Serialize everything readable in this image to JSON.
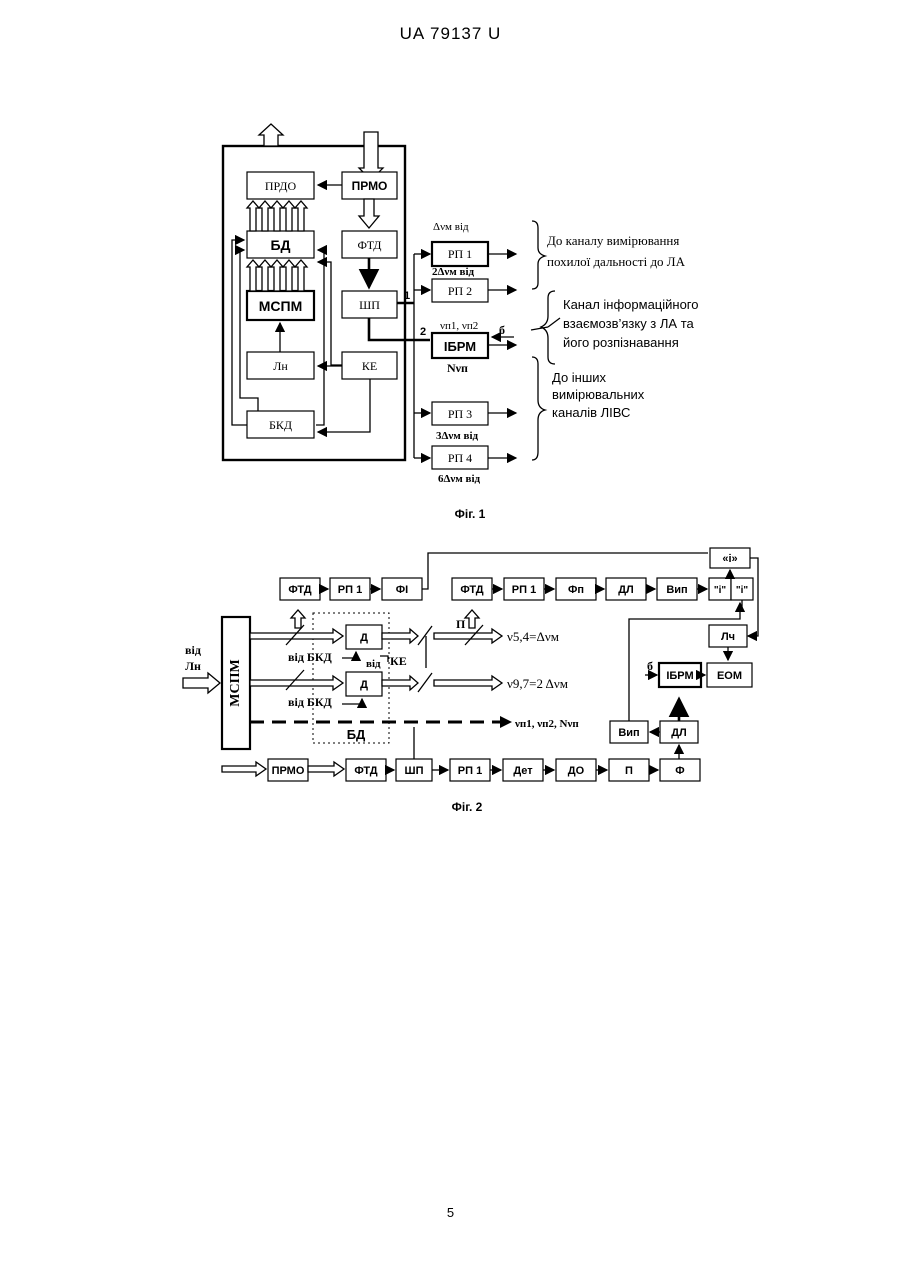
{
  "header": {
    "patent": "UA   79137   U"
  },
  "page_number": "5",
  "fig1": {
    "caption": "Фіг. 1",
    "blocks": {
      "prdo": "ПРДО",
      "prmo": "ПРМО",
      "bd": "БД",
      "ftd": "ФТД",
      "mspm": "МСПМ",
      "shp": "ШП",
      "ln": "Лн",
      "ke": "КЕ",
      "bkd": "БКД",
      "ibrm": "ІБРМ",
      "rp1": "РП 1",
      "rp2": "РП 2",
      "rp3": "РП 3",
      "rp4": "РП 4"
    },
    "labels": {
      "dv_vid": "Δνм від",
      "two_dv": "2Δνм від",
      "three_dv": "3Δνм від",
      "six_dv": "6Δνм від",
      "nu": "νп1, νп2",
      "n_nu": "Nνп",
      "one": "1",
      "two": "2",
      "b": "б"
    },
    "notes": {
      "distance_1": "До каналу вимірювання",
      "distance_2": "похилої дальності до ЛА",
      "info_1": "Канал інформаційного",
      "info_2": "взаємозв’язку з ЛА та",
      "info_3": "його розпізнавання",
      "other_1": "До інших",
      "other_2": "вимірювальних",
      "other_3": "каналів ЛІВС"
    }
  },
  "fig2": {
    "caption": "Фіг. 2",
    "blocks": {
      "ftd_a": "ФТД",
      "rp1_a": "РП 1",
      "fi": "ФІ",
      "ftd_b": "ФТД",
      "rp1_b": "РП 1",
      "fp": "Фп",
      "dl_a": "ДЛ",
      "vyp_a": "Вип",
      "quote_i": "«і»",
      "q1": "\"і\"",
      "q2": "\"і\"",
      "lch": "Лч",
      "ibrm": "ІБРМ",
      "eom": "ЕОМ",
      "mspm": "МСПМ",
      "d1": "Д",
      "d2": "Д",
      "vyp_b": "Вип",
      "dl_b": "ДЛ",
      "prmo": "ПРМО",
      "ftd_c": "ФТД",
      "shp": "ШП",
      "rp1_c": "РП 1",
      "det": "Дет",
      "do": "ДО",
      "p_box": "П",
      "f_box": "Ф"
    },
    "labels": {
      "vid": "від",
      "ln": "Лн",
      "vid_bkd_1": "від БКД",
      "vid_bkd_2": "від БКД",
      "vid_small": "від",
      "ke": "КЕ",
      "p": "П",
      "bd": "БД",
      "b": "б",
      "nu54": "ν5,4=Δνм",
      "nu97": "ν9,7=2 Δνм",
      "nu_n": "νп1, νп2, Nνп"
    }
  }
}
